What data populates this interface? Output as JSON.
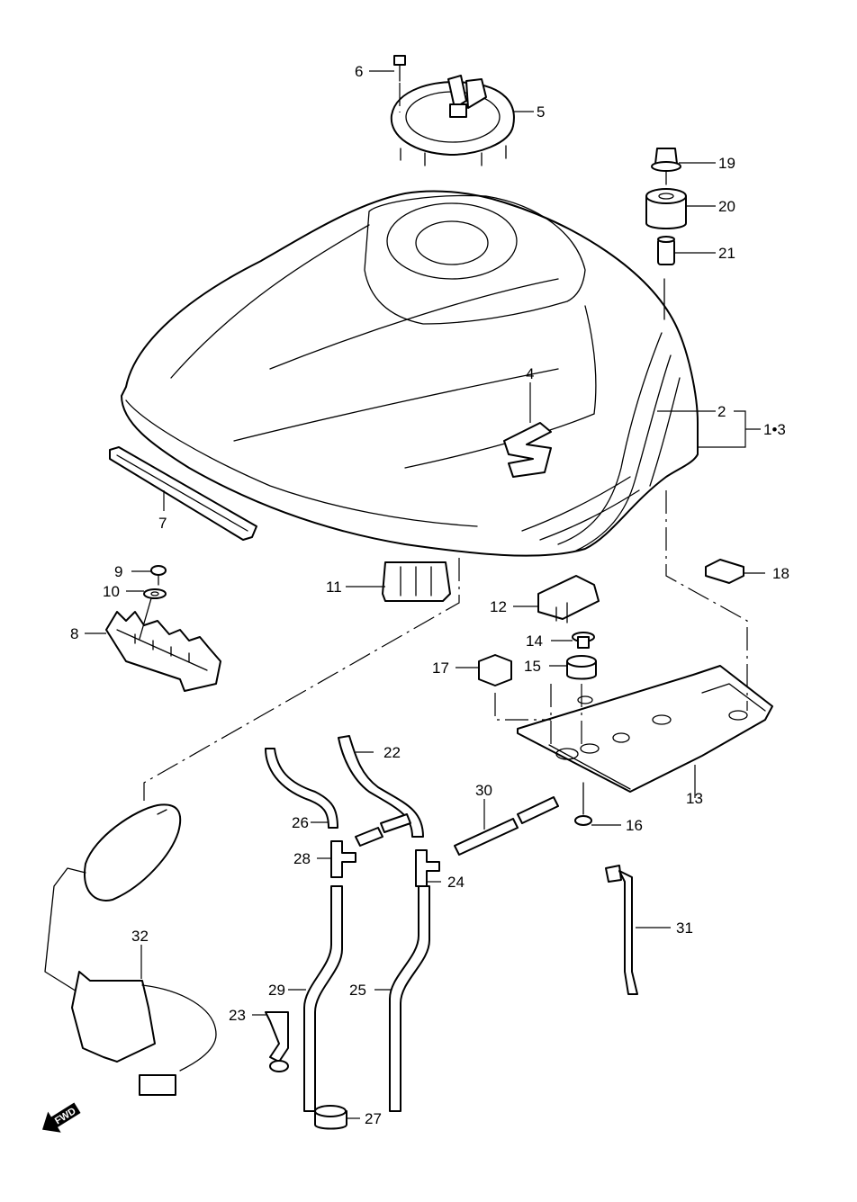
{
  "labels": {
    "p1_3": "1•3",
    "p2": "2",
    "p4": "4",
    "p5": "5",
    "p6": "6",
    "p7": "7",
    "p8": "8",
    "p9": "9",
    "p10": "10",
    "p11": "11",
    "p12": "12",
    "p13": "13",
    "p14": "14",
    "p15": "15",
    "p16": "16",
    "p17": "17",
    "p18": "18",
    "p19": "19",
    "p20": "20",
    "p21": "21",
    "p22": "22",
    "p23": "23",
    "p24": "24",
    "p25": "25",
    "p26": "26",
    "p27": "27",
    "p28": "28",
    "p29": "29",
    "p30": "30",
    "p31": "31",
    "p32": "32"
  },
  "fwd_arrow": {
    "text": "FWD",
    "icon": "forward-arrow-icon"
  },
  "colors": {
    "line": "#000000",
    "background": "#ffffff"
  }
}
